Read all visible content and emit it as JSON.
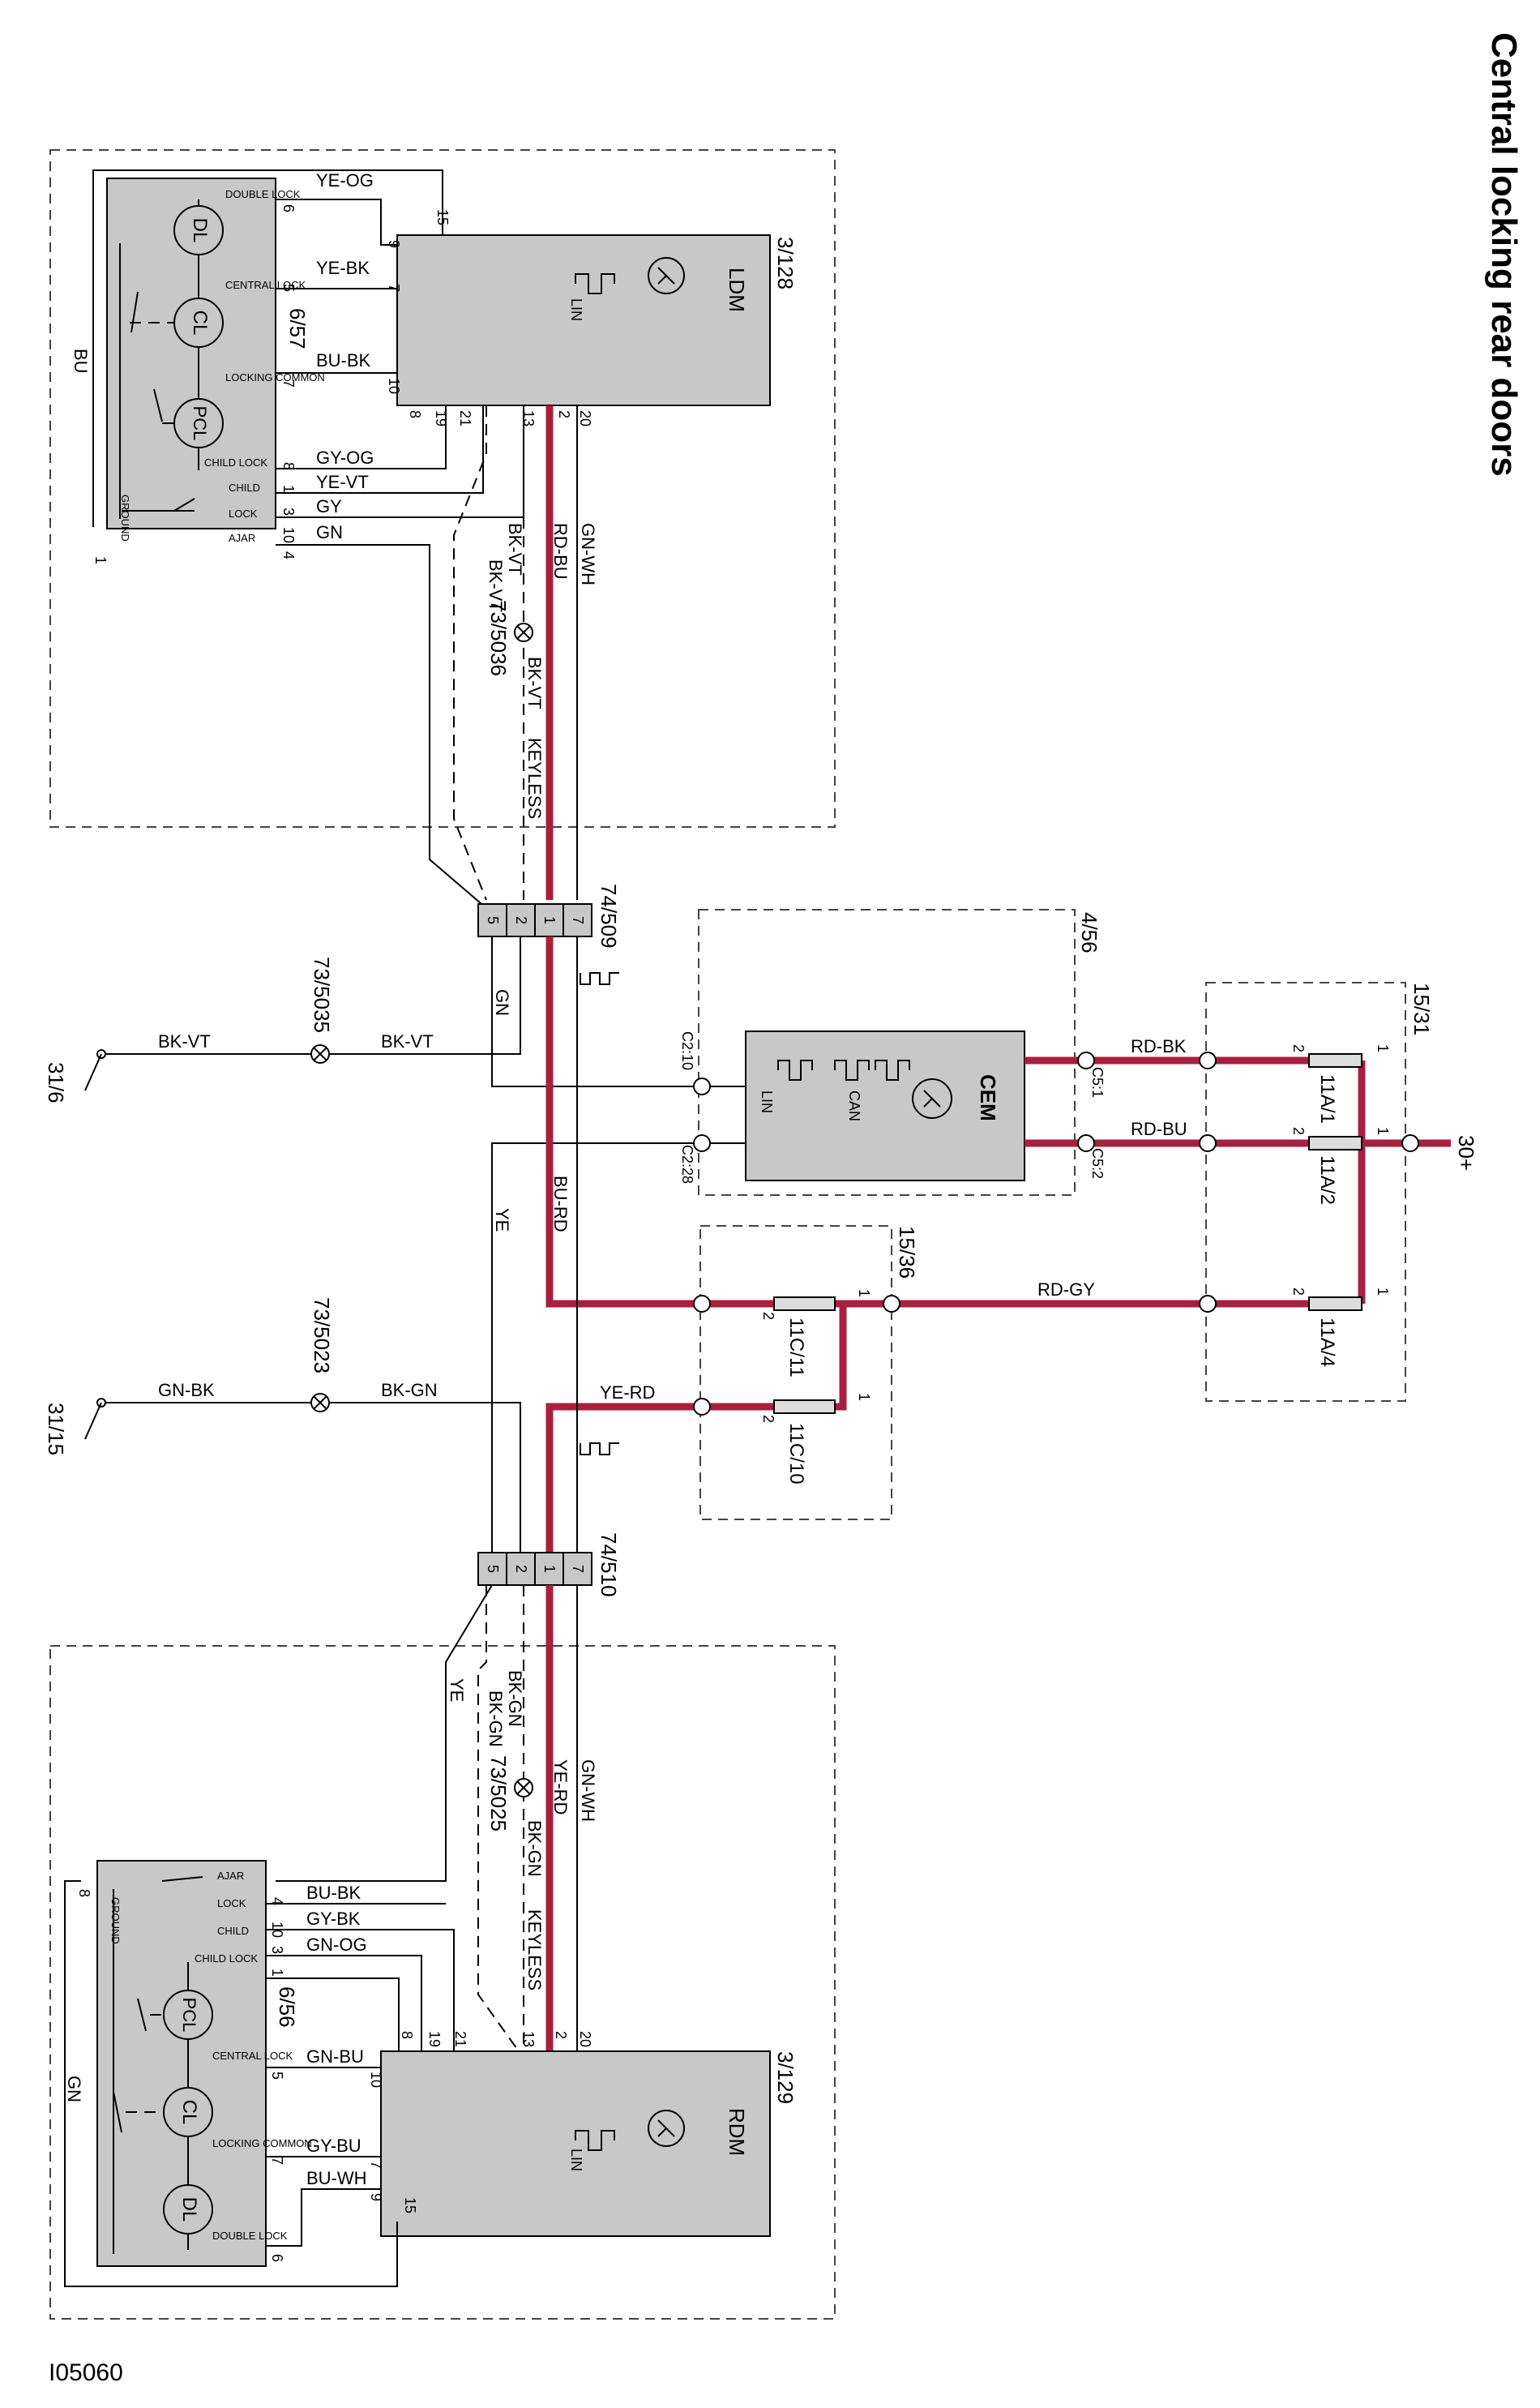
{
  "title": "Central locking rear doors",
  "diagram_id": "I05060",
  "modules": {
    "ldm": {
      "name": "LDM",
      "ref": "3/128",
      "bus": "LIN"
    },
    "rdm": {
      "name": "RDM",
      "ref": "3/129",
      "bus": "LIN"
    },
    "cem": {
      "name": "CEM",
      "ref": "4/56",
      "bus1": "CAN",
      "bus2": "LIN",
      "pins": [
        "C2:10",
        "C2:28",
        "C5:1",
        "C5:2"
      ]
    }
  },
  "lock_motors": {
    "left": {
      "ref": "6/57",
      "motors": [
        "DL",
        "CL",
        "PCL"
      ],
      "labels": [
        "DOUBLE LOCK",
        "CENTRAL LOCK",
        "LOCKING COMMON",
        "CHILD LOCK",
        "CHILD",
        "LOCK",
        "AJAR",
        "GROUND"
      ],
      "pins": [
        "6",
        "5",
        "7",
        "8",
        "1",
        "3",
        "10",
        "4",
        "1"
      ]
    },
    "right": {
      "ref": "6/56",
      "motors": [
        "DL",
        "CL",
        "PCL"
      ],
      "labels": [
        "AJAR",
        "LOCK",
        "CHILD",
        "CHILD LOCK",
        "CENTRAL LOCK",
        "LOCKING COMMON",
        "DOUBLE LOCK",
        "GROUND"
      ],
      "pins": [
        "8",
        "4",
        "10",
        "3",
        "1",
        "5",
        "7",
        "6"
      ]
    }
  },
  "ldm_pins": [
    "15",
    "9",
    "7",
    "10",
    "8",
    "19",
    "21",
    "13",
    "2",
    "20"
  ],
  "rdm_pins": [
    "8",
    "19",
    "21",
    "13",
    "2",
    "20",
    "10",
    "7",
    "9",
    "15"
  ],
  "left_wires": [
    "YE-OG",
    "YE-BK",
    "BU-BK",
    "GY-OG",
    "YE-VT",
    "GY",
    "GN",
    "BU"
  ],
  "left_harness": [
    "BK-VT",
    "RD-BU",
    "GN-WH",
    "BK-VT",
    "KEYLESS"
  ],
  "right_wires": [
    "BU-BK",
    "GY-BK",
    "GN-OG",
    "GN-BU",
    "GY-BU",
    "BU-WH",
    "GN"
  ],
  "right_harness": [
    "BK-GN",
    "YE-RD",
    "GN-WH",
    "BK-GN",
    "KEYLESS",
    "YE"
  ],
  "connectors": {
    "upper": {
      "ref": "74/509",
      "pins": [
        "5",
        "2",
        "1",
        "7"
      ]
    },
    "lower": {
      "ref": "74/510",
      "pins": [
        "5",
        "2",
        "1",
        "7"
      ]
    }
  },
  "splices": {
    "s1": "73/5036",
    "s2": "73/5035",
    "s3": "73/5023",
    "s4": "73/5025"
  },
  "grounds": {
    "g1": "31/6",
    "g2": "31/15"
  },
  "mid_wires": {
    "gn": "GN",
    "ye": "YE",
    "bu_rd": "BU-RD",
    "bk_vt": "BK-VT",
    "gn_bk": "GN-BK",
    "bk_gn": "BK-GN",
    "ye_rd": "YE-RD",
    "rd_gy": "RD-GY",
    "rd_bk": "RD-BK",
    "rd_bu": "RD-BU"
  },
  "fuse_box_15_36": {
    "ref": "15/36",
    "fuses": [
      "11C/11",
      "11C/10"
    ],
    "pins": [
      "2",
      "1",
      "2",
      "1"
    ]
  },
  "fuse_box_15_31": {
    "ref": "15/31",
    "fuses": [
      "11A/1",
      "11A/2",
      "11A/4"
    ],
    "pins": [
      "2",
      "1",
      "2",
      "1",
      "2",
      "1"
    ]
  },
  "supply": "30+",
  "colors": {
    "power_wire": "#a8203f",
    "module_fill": "#c8c8c8"
  }
}
